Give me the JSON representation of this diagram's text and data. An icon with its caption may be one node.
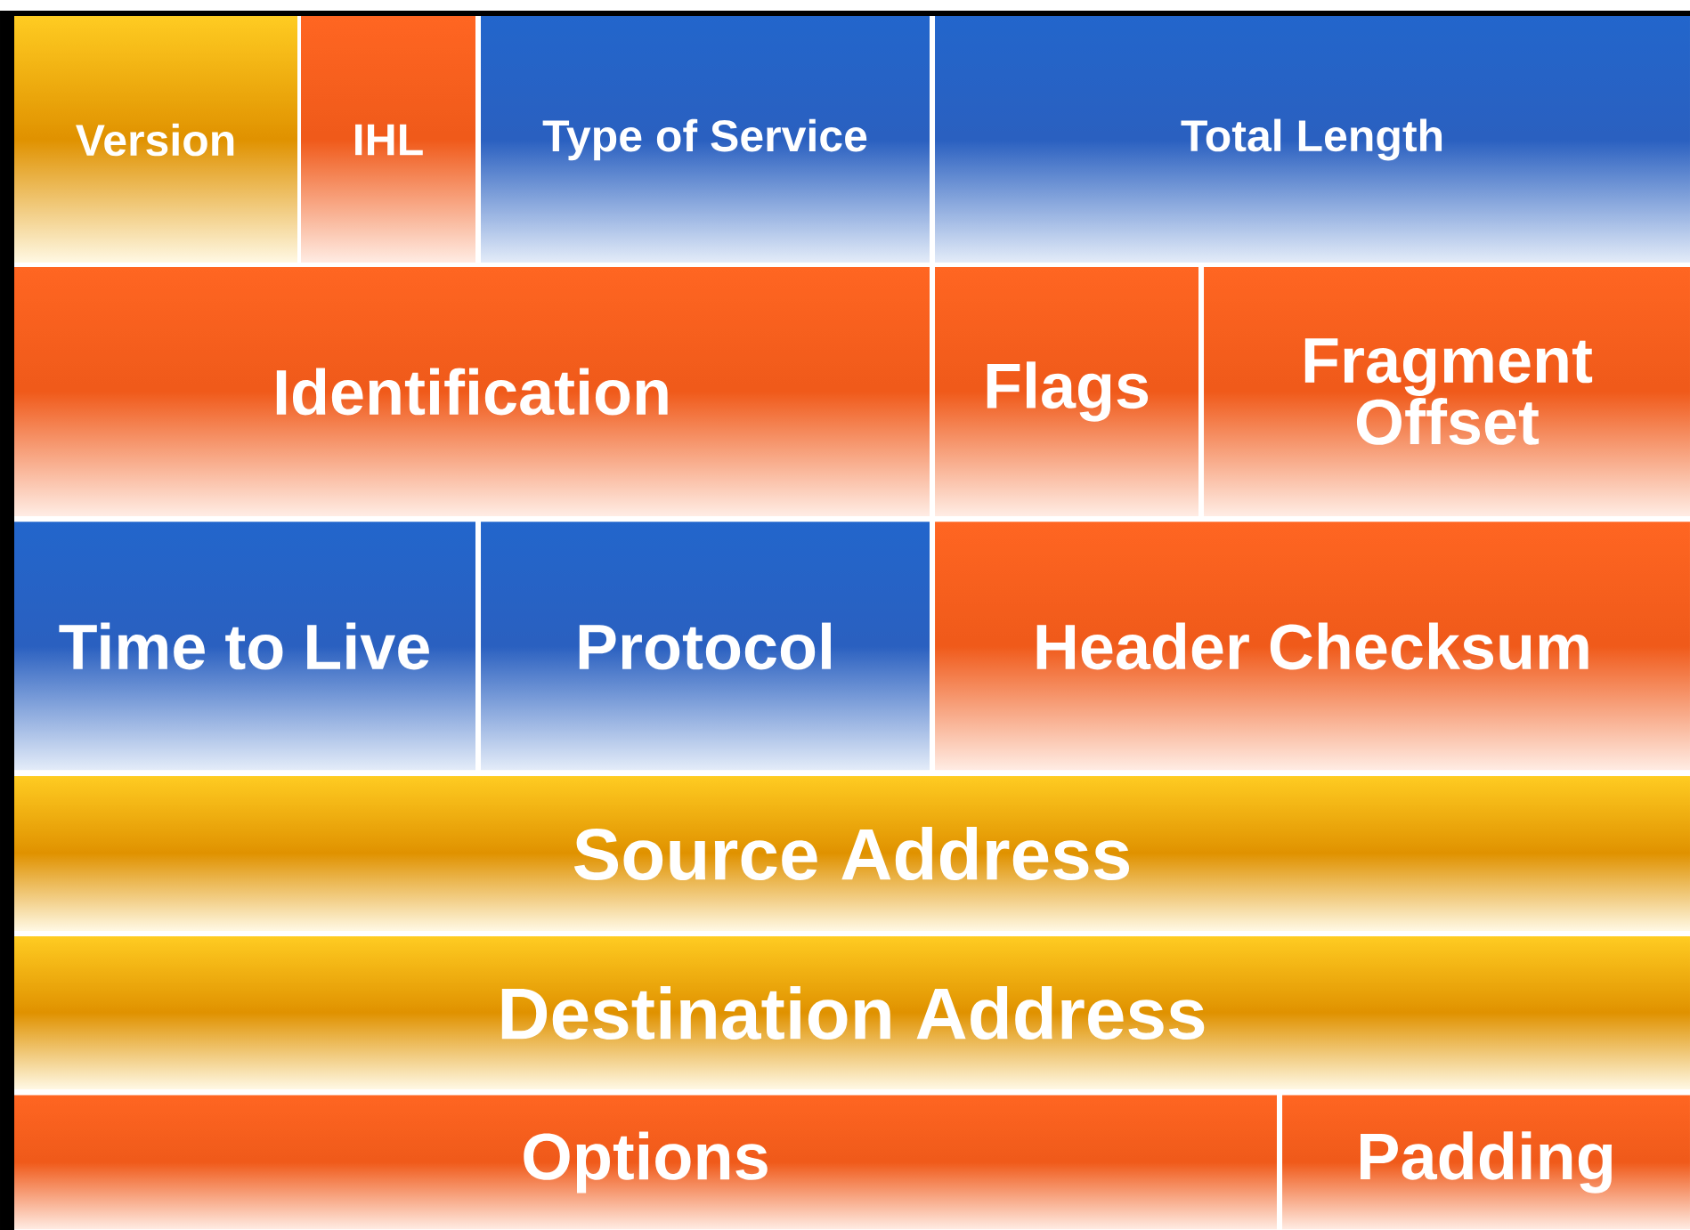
{
  "diagram": {
    "nodes": [
      {
        "text": [
          "Version"
        ]
      },
      {
        "text": [
          "IHL"
        ]
      },
      {
        "text": [
          "Type of Service"
        ]
      },
      {
        "text": [
          "Total Length"
        ]
      },
      {
        "text": [
          "Identification"
        ]
      },
      {
        "text": [
          "Flags"
        ]
      },
      {
        "text": [
          "Fragment Offset"
        ]
      },
      {
        "text": [
          "Time to Live"
        ]
      },
      {
        "text": [
          "Protocol"
        ]
      },
      {
        "text": [
          "Header Checksum"
        ]
      },
      {
        "text": [
          "Source Address"
        ]
      },
      {
        "text": [
          "Destination Address"
        ]
      },
      {
        "text": [
          "Options"
        ]
      },
      {
        "text": [
          "Padding"
        ]
      }
    ]
  }
}
